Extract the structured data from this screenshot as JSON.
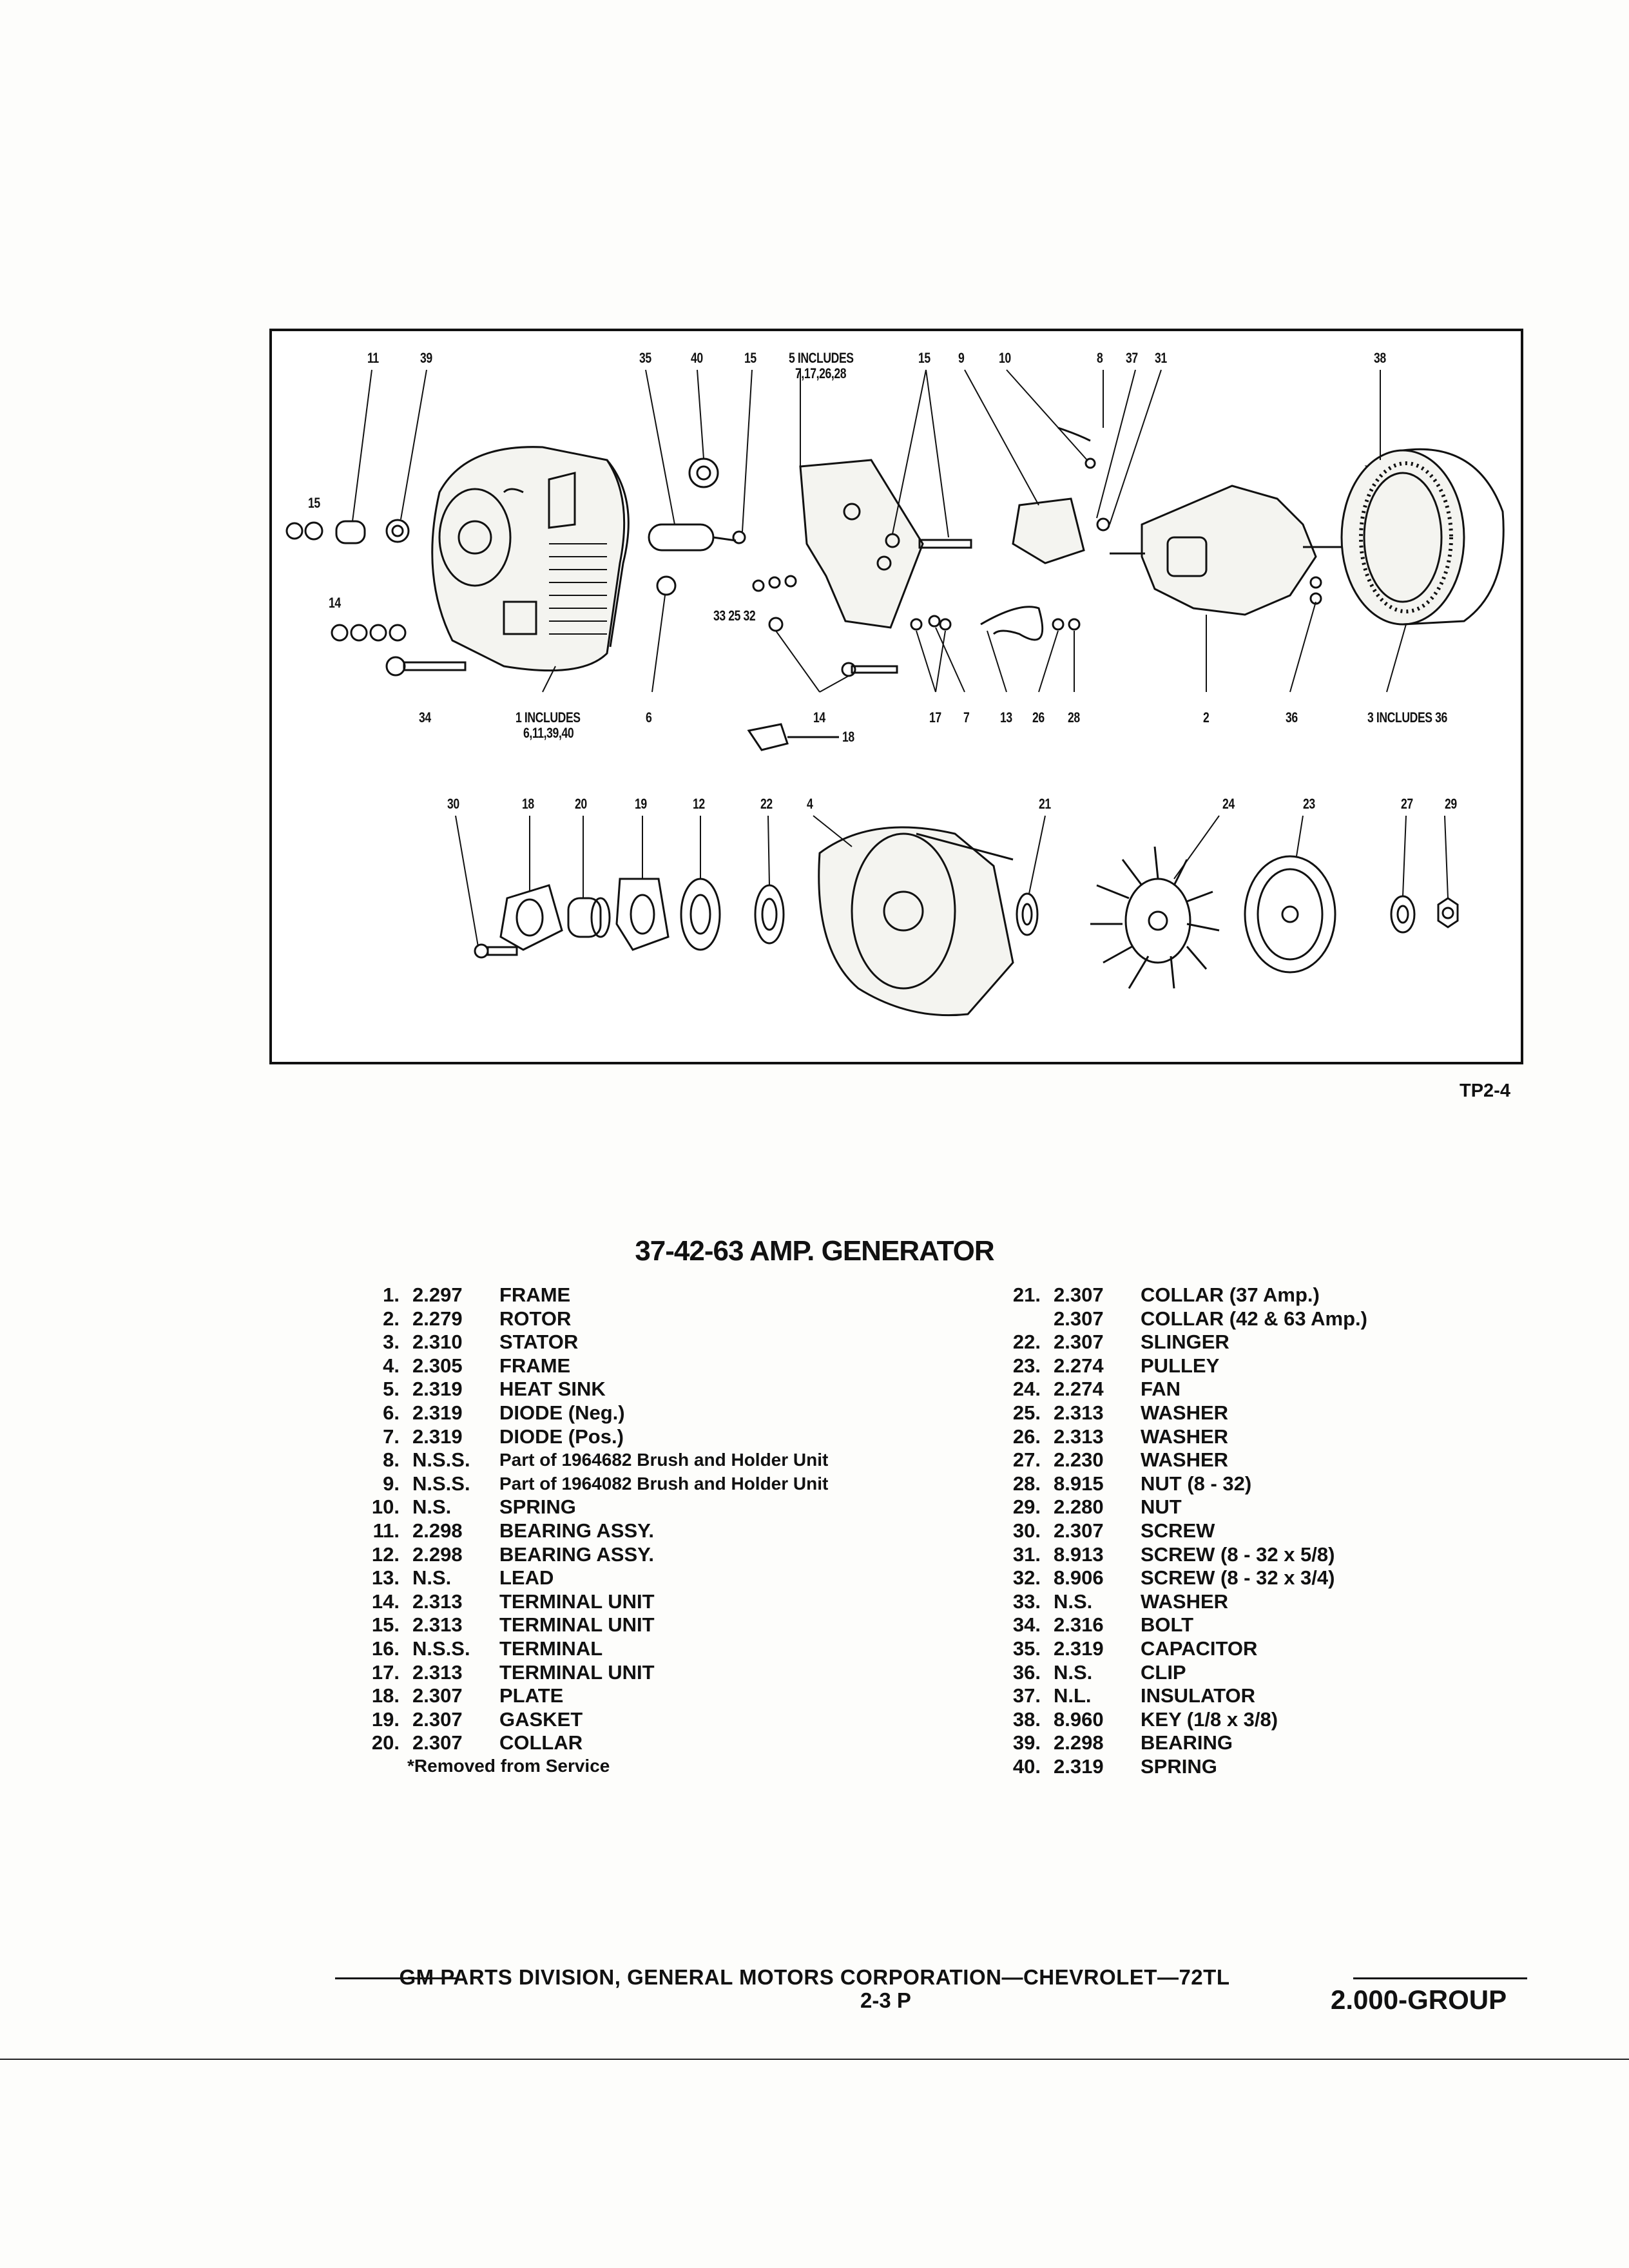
{
  "figure": {
    "id": "TP2-4",
    "callouts": [
      {
        "key": "c11",
        "text": "11"
      },
      {
        "key": "c39",
        "text": "39"
      },
      {
        "key": "c35",
        "text": "35"
      },
      {
        "key": "c40",
        "text": "40"
      },
      {
        "key": "c15a",
        "text": "15"
      },
      {
        "key": "c5",
        "text": "5 INCLUDES"
      },
      {
        "key": "c5b",
        "text": "7,17,26,28"
      },
      {
        "key": "c15b",
        "text": "15"
      },
      {
        "key": "c9",
        "text": "9"
      },
      {
        "key": "c10",
        "text": "10"
      },
      {
        "key": "c8",
        "text": "8"
      },
      {
        "key": "c37",
        "text": "37"
      },
      {
        "key": "c31",
        "text": "31"
      },
      {
        "key": "c38",
        "text": "38"
      },
      {
        "key": "c15c",
        "text": "15"
      },
      {
        "key": "c14a",
        "text": "14"
      },
      {
        "key": "c332532",
        "text": "33 25 32"
      },
      {
        "key": "c34",
        "text": "34"
      },
      {
        "key": "c1",
        "text": "1 INCLUDES"
      },
      {
        "key": "c1b",
        "text": "6,11,39,40"
      },
      {
        "key": "c6",
        "text": "6"
      },
      {
        "key": "c14b",
        "text": "14"
      },
      {
        "key": "c17",
        "text": "17"
      },
      {
        "key": "c7",
        "text": "7"
      },
      {
        "key": "c13",
        "text": "13"
      },
      {
        "key": "c26",
        "text": "26"
      },
      {
        "key": "c28",
        "text": "28"
      },
      {
        "key": "c2",
        "text": "2"
      },
      {
        "key": "c36",
        "text": "36"
      },
      {
        "key": "c3",
        "text": "3 INCLUDES 36"
      },
      {
        "key": "c18a",
        "text": "18"
      },
      {
        "key": "c30",
        "text": "30"
      },
      {
        "key": "c18b",
        "text": "18"
      },
      {
        "key": "c20",
        "text": "20"
      },
      {
        "key": "c19",
        "text": "19"
      },
      {
        "key": "c12",
        "text": "12"
      },
      {
        "key": "c22",
        "text": "22"
      },
      {
        "key": "c4",
        "text": "4"
      },
      {
        "key": "c21",
        "text": "21"
      },
      {
        "key": "c24",
        "text": "24"
      },
      {
        "key": "c23",
        "text": "23"
      },
      {
        "key": "c27",
        "text": "27"
      },
      {
        "key": "c29",
        "text": "29"
      }
    ]
  },
  "title": "37-42-63 AMP. GENERATOR",
  "parts_left": [
    {
      "num": "1.",
      "code": "2.297",
      "desc": "FRAME"
    },
    {
      "num": "2.",
      "code": "2.279",
      "desc": "ROTOR"
    },
    {
      "num": "3.",
      "code": "2.310",
      "desc": "STATOR"
    },
    {
      "num": "4.",
      "code": "2.305",
      "desc": "FRAME"
    },
    {
      "num": "5.",
      "code": "2.319",
      "desc": "HEAT SINK"
    },
    {
      "num": "6.",
      "code": "2.319",
      "desc": "DIODE (Neg.)"
    },
    {
      "num": "7.",
      "code": "2.319",
      "desc": "DIODE (Pos.)"
    },
    {
      "num": "8.",
      "code": "N.S.S.",
      "desc": "Part of 1964682 Brush and Holder Unit"
    },
    {
      "num": "9.",
      "code": "N.S.S.",
      "desc": "Part of 1964082 Brush and Holder Unit"
    },
    {
      "num": "10.",
      "code": "N.S.",
      "desc": "SPRING"
    },
    {
      "num": "11.",
      "code": "2.298",
      "desc": "BEARING ASSY."
    },
    {
      "num": "12.",
      "code": "2.298",
      "desc": "BEARING ASSY."
    },
    {
      "num": "13.",
      "code": "N.S.",
      "desc": "LEAD"
    },
    {
      "num": "14.",
      "code": "2.313",
      "desc": "TERMINAL UNIT"
    },
    {
      "num": "15.",
      "code": "2.313",
      "desc": "TERMINAL UNIT"
    },
    {
      "num": "16.",
      "code": "N.S.S.",
      "desc": "TERMINAL"
    },
    {
      "num": "17.",
      "code": "2.313",
      "desc": "TERMINAL UNIT"
    },
    {
      "num": "18.",
      "code": "2.307",
      "desc": "PLATE"
    },
    {
      "num": "19.",
      "code": "2.307",
      "desc": "GASKET"
    },
    {
      "num": "20.",
      "code": "2.307",
      "desc": "COLLAR"
    }
  ],
  "footnote": "*Removed from Service",
  "parts_right": [
    {
      "num": "21.",
      "code": "2.307",
      "desc": "COLLAR (37 Amp.)"
    },
    {
      "num": "",
      "code": "2.307",
      "desc": "COLLAR (42 & 63 Amp.)"
    },
    {
      "num": "22.",
      "code": "2.307",
      "desc": "SLINGER"
    },
    {
      "num": "23.",
      "code": "2.274",
      "desc": "PULLEY"
    },
    {
      "num": "24.",
      "code": "2.274",
      "desc": "FAN"
    },
    {
      "num": "25.",
      "code": "2.313",
      "desc": "WASHER"
    },
    {
      "num": "26.",
      "code": "2.313",
      "desc": "WASHER"
    },
    {
      "num": "27.",
      "code": "2.230",
      "desc": "WASHER"
    },
    {
      "num": "28.",
      "code": "8.915",
      "desc": "NUT (8 - 32)"
    },
    {
      "num": "29.",
      "code": "2.280",
      "desc": "NUT"
    },
    {
      "num": "30.",
      "code": "2.307",
      "desc": "SCREW"
    },
    {
      "num": "31.",
      "code": "8.913",
      "desc": "SCREW (8 - 32 x 5/8)"
    },
    {
      "num": "32.",
      "code": "8.906",
      "desc": "SCREW (8 - 32 x 3/4)"
    },
    {
      "num": "33.",
      "code": "N.S.",
      "desc": "WASHER"
    },
    {
      "num": "34.",
      "code": "2.316",
      "desc": "BOLT"
    },
    {
      "num": "35.",
      "code": "2.319",
      "desc": "CAPACITOR"
    },
    {
      "num": "36.",
      "code": "N.S.",
      "desc": "CLIP"
    },
    {
      "num": "37.",
      "code": "N.L.",
      "desc": "INSULATOR"
    },
    {
      "num": "38.",
      "code": "8.960",
      "desc": "KEY (1/8 x 3/8)"
    },
    {
      "num": "39.",
      "code": "2.298",
      "desc": "BEARING"
    },
    {
      "num": "40.",
      "code": "2.319",
      "desc": "SPRING"
    }
  ],
  "footer": {
    "division": "GM PARTS DIVISION, GENERAL MOTORS CORPORATION—CHEVROLET—72TL",
    "page": "2-3 P",
    "group": "2.000-GROUP"
  }
}
